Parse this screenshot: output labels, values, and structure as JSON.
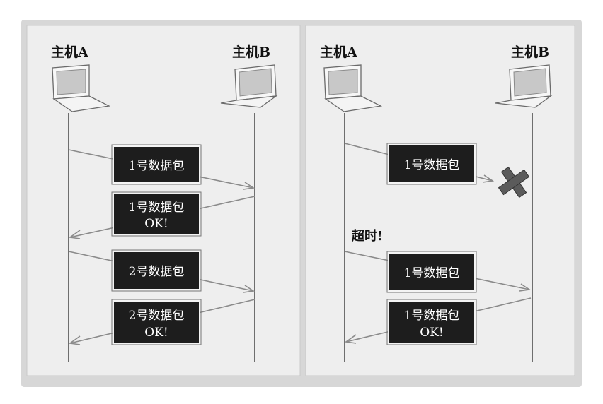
{
  "panels": [
    {
      "host_a": "主机A",
      "host_b": "主机B",
      "timeout_label": "",
      "packets": [
        {
          "lines": [
            "1号数据包"
          ]
        },
        {
          "lines": [
            "1号数据包",
            "OK!"
          ]
        },
        {
          "lines": [
            "2号数据包"
          ]
        },
        {
          "lines": [
            "2号数据包",
            "OK!"
          ]
        }
      ]
    },
    {
      "host_a": "主机A",
      "host_b": "主机B",
      "timeout_label": "超时!",
      "packets": [
        {
          "lines": [
            "1号数据包"
          ]
        },
        {
          "lines": [
            "1号数据包"
          ]
        },
        {
          "lines": [
            "1号数据包",
            "OK!"
          ]
        }
      ]
    }
  ],
  "icons": [
    "laptop-icon",
    "lost-packet-x-icon"
  ],
  "colors": {
    "background": "#eeeeee",
    "packet_box": "#1d1d1d",
    "packet_text": "#ffffff",
    "arrow": "#8a8a8a",
    "timeline": "#6e6e6e",
    "lost_mark": "#5b5b5b"
  }
}
